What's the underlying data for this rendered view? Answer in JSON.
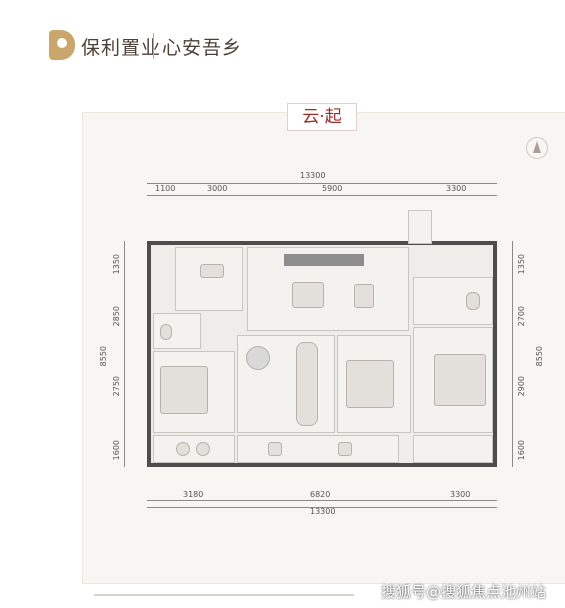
{
  "header": {
    "brand": "保利置业",
    "slogan": "心安吾乡"
  },
  "plan": {
    "title": "云·起",
    "top_total": "13300",
    "top_segments": [
      "1100",
      "3000",
      "5900",
      "3300"
    ],
    "bottom_segments": [
      "3180",
      "6820",
      "3300"
    ],
    "bottom_total": "13300",
    "left_segments": [
      "1350",
      "2850",
      "2750",
      "1600"
    ],
    "left_total": "8550",
    "right_segments": [
      "1350",
      "2700",
      "2900",
      "1600"
    ],
    "right_total": "8550"
  },
  "watermark": "搜狐号@搜狐焦点池州站"
}
